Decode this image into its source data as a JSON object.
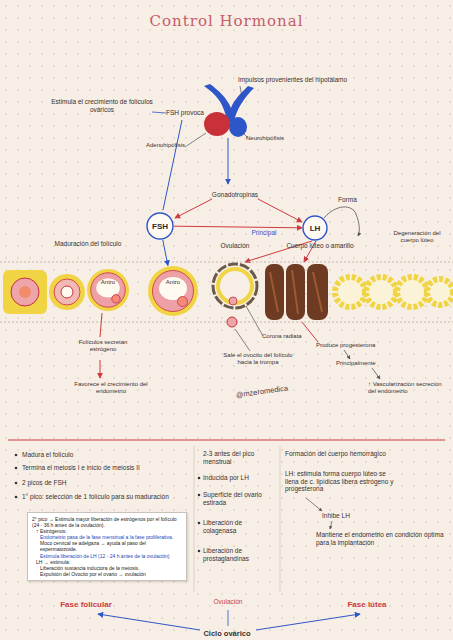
{
  "diagram": {
    "title": "Control Hormonal",
    "nodes": [
      {
        "text": [
          "FSH"
        ]
      },
      {
        "text": [
          "LH"
        ]
      },
      {
        "text": [
          "Antro"
        ]
      },
      {
        "text": [
          "Antro"
        ]
      },
      {
        "text": [
          "2° pico → Estimula mayor liberación de estrógenos por el folículo (24 - 36 h antes de la ovulación).",
          "↑ Estrógenos:",
          "Endometrio pasa de la fase menstrual a la fase proliferativa.",
          "Moco cervical se adelgaza → ayuda al paso del espermatozoide.",
          "Estimula liberación de LH (12 - 24 h antes de la ovulación)",
          "LH → estimula:",
          "Liberación sustancia inductora de la meiosis.",
          "Expulsión del Ovocito por el ovario → ovulación"
        ]
      }
    ],
    "edges": [
      {
        "from": 0,
        "to": 1,
        "label": "Principal",
        "arrow": "to"
      },
      {
        "from": 0,
        "to": 3,
        "arrow": "to"
      }
    ],
    "labels": [
      "Impulsos provenientes del hipotálamo",
      "Estimula el crecimiento de folículos ováricos",
      "FSH provoca",
      "Adenohipófisis",
      "Neurohipófisis",
      "Gonadotropinas",
      "Forma",
      "Maduración del folículo",
      "Ovulación",
      "Cuerpo lúteo o amarillo",
      "Degeneración del cuerpo lúteo",
      "Corona radiata",
      "Folículos secretan estrógeno",
      "Favorece el crecimiento del endometrio",
      "Sale el ovocito del folículo hacia la trompa",
      "Produce progesterona",
      "Principalmente",
      "↑ Vascularización secreción del endometrio",
      "@mzeromedica",
      "Madura el folículo",
      "Termina el meiosis I e inicio de meiosis II",
      "2 picos de FSH",
      "1° pico: selección de 1 folículo para su maduración",
      "2-3 antes del pico menstrual",
      "Inducida por LH",
      "Superficie del ovario estirada",
      "Liberación de colagenasa",
      "Liberación de prostaglandinas",
      "Formación del cuerpo hemorrágico",
      "LH: estimula forma cuerpo lúteo se llena de c. lipídicas libera estrógeno y progesterona",
      "Inhibe LH",
      "Mantiene el endometrio en condición óptima para la implantación",
      "Fase folicular",
      "Ovulación",
      "Fase lútea",
      "Ciclo ovárico"
    ]
  }
}
